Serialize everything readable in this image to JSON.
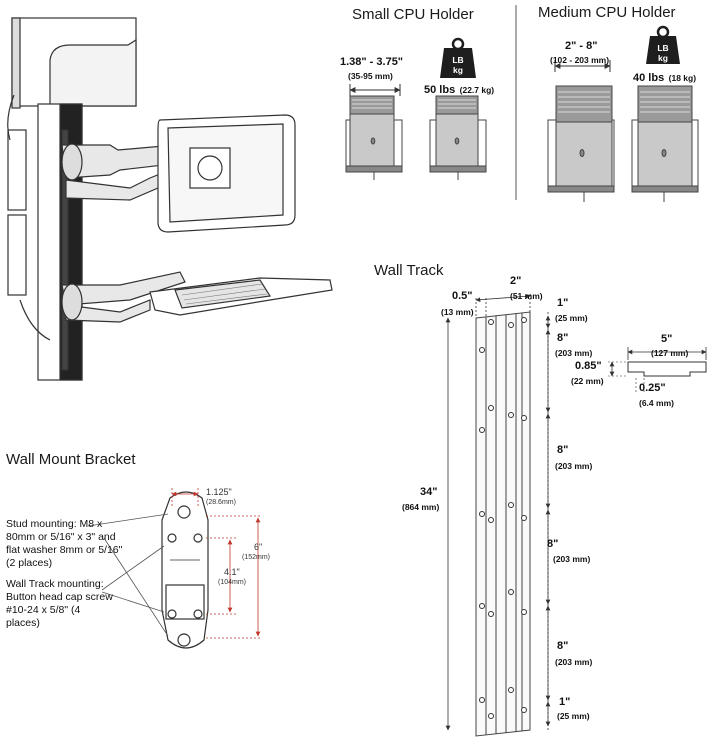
{
  "small_cpu": {
    "title": "Small CPU Holder",
    "width_range": "1.38\" - 3.75\"",
    "width_range_mm": "(35-95 mm)",
    "weight_label": "50 lbs",
    "weight_label_kg": "(22.7 kg)",
    "weight_icon_top": "LB",
    "weight_icon_bottom": "kg"
  },
  "medium_cpu": {
    "title": "Medium CPU Holder",
    "width_range": "2\" - 8\"",
    "width_range_mm": "(102 - 203 mm)",
    "weight_label": "40 lbs",
    "weight_label_kg": "(18 kg)",
    "weight_icon_top": "LB",
    "weight_icon_bottom": "kg"
  },
  "wall_track": {
    "title": "Wall Track",
    "top_offset": "0.5\"",
    "top_offset_mm": "(13 mm)",
    "width": "2\"",
    "width_mm": "(51 mm)",
    "top_margin": "1\"",
    "top_margin_mm": "(25 mm)",
    "spacing_1": "8\"",
    "spacing_1_mm": "(203 mm)",
    "spacing_2": "8\"",
    "spacing_2_mm": "(203 mm)",
    "spacing_3": "8\"",
    "spacing_3_mm": "(203 mm)",
    "spacing_4": "8\"",
    "spacing_4_mm": "(203 mm)",
    "bottom_margin": "1\"",
    "bottom_margin_mm": "(25 mm)",
    "total_length": "34\"",
    "total_length_mm": "(864 mm)",
    "profile_width": "5\"",
    "profile_width_mm": "(127 mm)",
    "profile_depth": "0.85\"",
    "profile_depth_mm": "(22 mm)",
    "profile_lip": "0.25\"",
    "profile_lip_mm": "(6.4 mm)"
  },
  "wall_bracket": {
    "title": "Wall Mount Bracket",
    "top_width": "1.125\"",
    "top_width_mm": "(28.6mm)",
    "height": "6\"",
    "height_mm": "(152mm)",
    "hole_spacing": "4.1\"",
    "hole_spacing_mm": "(104mm)",
    "stud_note": "Stud mounting: M8 x 80mm or 5/16\" x 3\" and flat washer 8mm or 5/16\" (2 places)",
    "track_note": "Wall Track mounting: Button head cap screw #10-24 x 5/8\" (4 places)"
  },
  "colors": {
    "line": "#333333",
    "dimension_red": "#c0392b",
    "weight_icon": "#1e1e1e",
    "cpu_gray": "#b8b8b8"
  }
}
